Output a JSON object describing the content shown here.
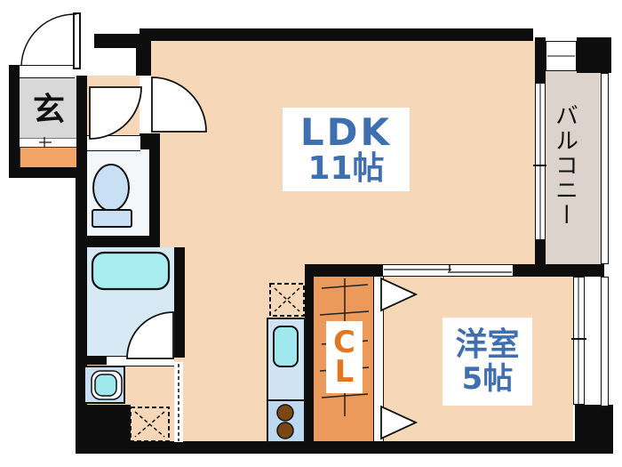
{
  "plan": {
    "entrance_label": "玄",
    "ldk_name": "LDK",
    "ldk_size": "11帖",
    "western_room_name": "洋室",
    "western_room_size": "5帖",
    "closet_letter1": "C",
    "closet_letter2": "L",
    "balcony_label": "バルコニー"
  },
  "colors": {
    "wall": "#0d0d0d",
    "floor_peach": "#f6d8b8",
    "genkan_gray": "#d8d8d8",
    "shoebox_orange": "#f2a566",
    "closet_orange": "#eb9a5c",
    "balcony_gray": "#dcd4cc",
    "toilet_room_white": "#f3f7fa",
    "bathroom_blue": "#d8e9f6",
    "fixture_blue": "#c9dff3",
    "kitchen_upper_blue": "#cfe3f4",
    "kitchen_lower_blue": "#bdd8ef",
    "sink_teal": "#9fe9ee",
    "tub_teal": "#a9edf1",
    "burner_brown": "#7a4713",
    "label_blue": "#3e6fb0",
    "closet_text_orange": "#e2761e"
  }
}
